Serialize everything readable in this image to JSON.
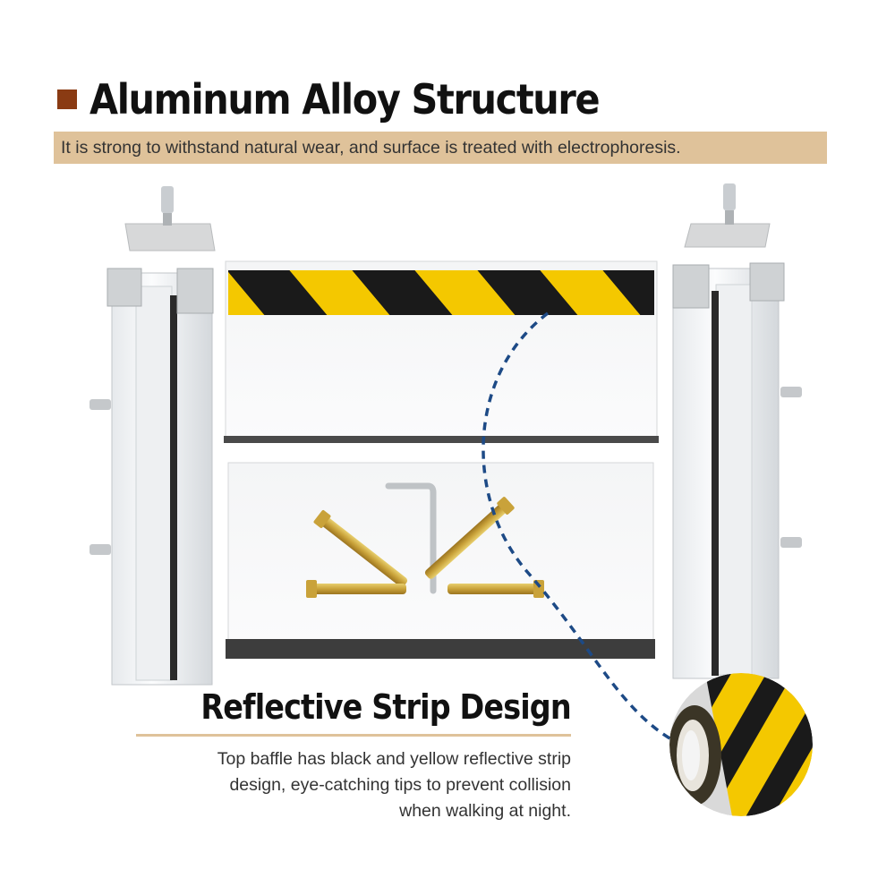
{
  "header": {
    "title": "Aluminum Alloy Structure",
    "subtitle": "It is strong to withstand natural wear,  and surface is treated with electrophoresis."
  },
  "feature": {
    "title": "Reflective Strip Design",
    "desc_lines": [
      "Top baffle has black and yellow reflective strip",
      "design, eye-catching tips to prevent collision",
      "when walking at night."
    ]
  },
  "colors": {
    "accent_brown": "#8a3b13",
    "bar_tan": "#dfc29a",
    "stripe_yellow": "#f4c800",
    "stripe_black": "#1a1a1a",
    "dash_blue": "#1d4a86"
  }
}
